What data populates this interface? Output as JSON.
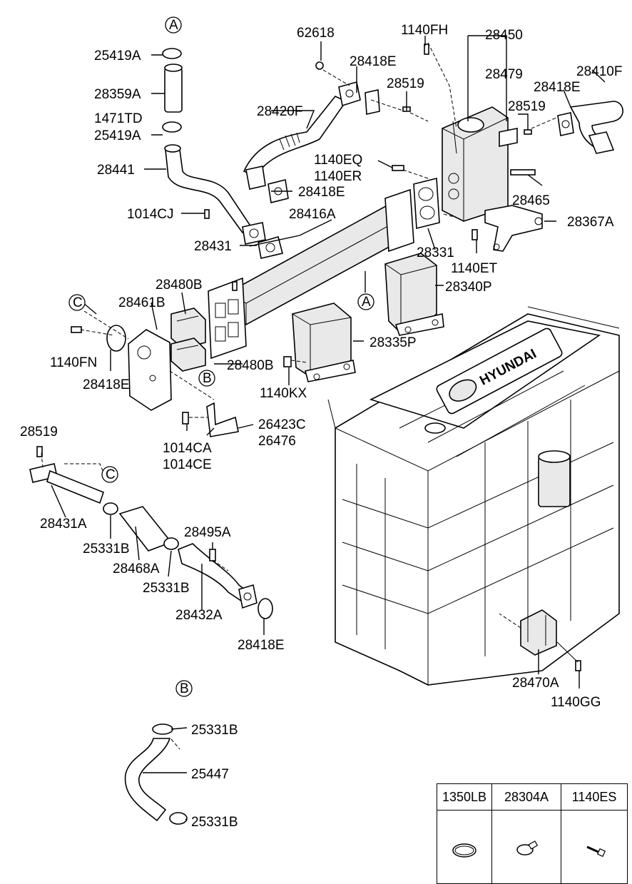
{
  "labels": {
    "p25419A_top": "25419A",
    "p28359A": "28359A",
    "p1471TD": "1471TD",
    "p25419A_bot": "25419A",
    "p28441": "28441",
    "p1014CJ": "1014CJ",
    "p28431": "28431",
    "p62618": "62618",
    "p28418E_a": "28418E",
    "p28420F": "28420F",
    "p28418E_b": "28418E",
    "p1140FH": "1140FH",
    "p28450": "28450",
    "p28479": "28479",
    "p28519_a": "28519",
    "p28410F": "28410F",
    "p28418E_c": "28418E",
    "p28519_b": "28519",
    "p1140EQ": "1140EQ",
    "p1140ER": "1140ER",
    "p28416A": "28416A",
    "p28465": "28465",
    "p28367A": "28367A",
    "p28331": "28331",
    "p1140ET": "1140ET",
    "p28480B_a": "28480B",
    "p28461B": "28461B",
    "p28340P": "28340P",
    "p28335P": "28335P",
    "p1140FN": "1140FN",
    "p28418E_d": "28418E",
    "p28480B_b": "28480B",
    "p1140KX": "1140KX",
    "p26423C": "26423C",
    "p26476": "26476",
    "p1014CA": "1014CA",
    "p1014CE": "1014CE",
    "p28519_c": "28519",
    "p28431A": "28431A",
    "p25331B_a": "25331B",
    "p28468A": "28468A",
    "p28495A": "28495A",
    "p25331B_b": "25331B",
    "p28432A": "28432A",
    "p28418E_e": "28418E",
    "p28470A": "28470A",
    "p1140GG": "1140GG",
    "p25331B_c": "25331B",
    "p25447": "25447",
    "p25331B_d": "25331B"
  },
  "refs": {
    "A_top": "A",
    "A_mid": "A",
    "B_mid": "B",
    "B_bot": "B",
    "C_left": "C",
    "C_mid": "C"
  },
  "brand": "HYUNDAI",
  "legend": {
    "headers": [
      "1350LB",
      "28304A",
      "1140ES"
    ]
  }
}
